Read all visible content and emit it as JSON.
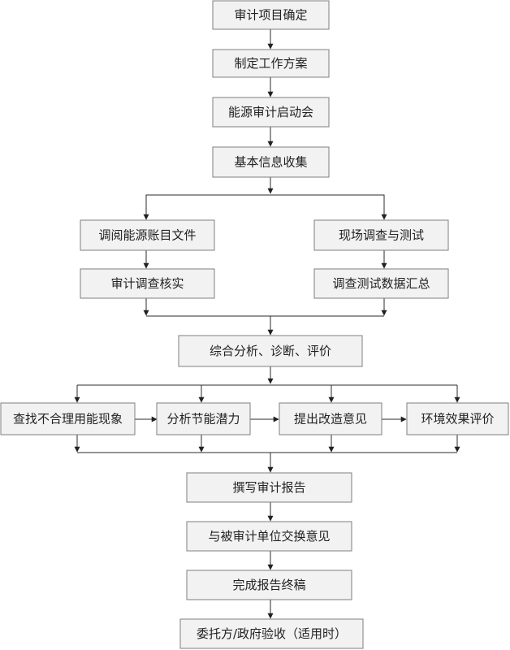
{
  "nodes": {
    "n1": "审计项目确定",
    "n2": "制定工作方案",
    "n3": "能源审计启动会",
    "n4": "基本信息收集",
    "l1": "调阅能源账目文件",
    "l2": "审计调查核实",
    "r1": "现场调查与测试",
    "r2": "调查测试数据汇总",
    "c1": "综合分析、诊断、评价",
    "a1": "查找不合理用能现象",
    "a2": "分析节能潜力",
    "a3": "提出改造意见",
    "a4": "环境效果评价",
    "e1": "撰写审计报告",
    "e2": "与被审计单位交换意见",
    "e3": "完成报告终稿",
    "e4": "委托方/政府验收（适用时）"
  },
  "colors": {
    "box_fill": "#f2f2f2",
    "box_border": "#7f7f7f",
    "line": "#2b2b2b",
    "text": "#222222"
  }
}
